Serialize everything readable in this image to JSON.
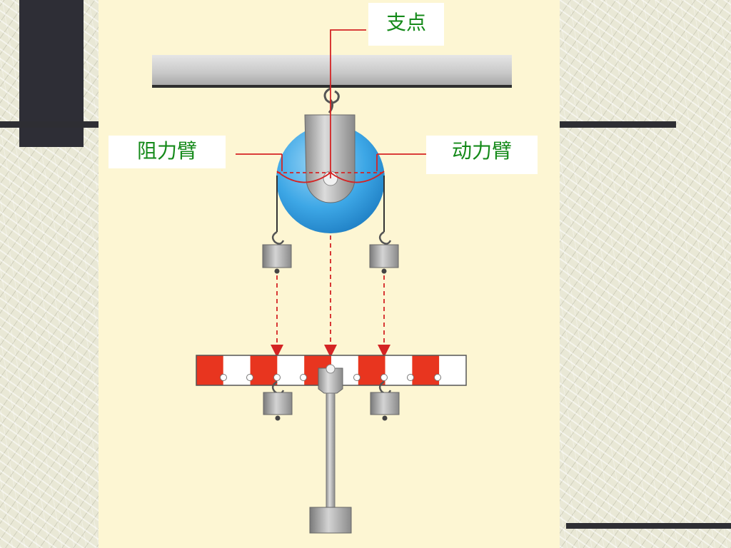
{
  "labels": {
    "fulcrum": "支点",
    "resistance_arm": "阻力臂",
    "effort_arm": "动力臂"
  },
  "colors": {
    "slide_background": "#fdf6d3",
    "label_text": "#158a1a",
    "annotation_lines": "#d42424",
    "pulley_wheel": "#3da7e6",
    "lever_bar_red": "#e8351f",
    "weight_gray": "#9a9a9a"
  },
  "lever_bar": {
    "segment_pattern": [
      "red",
      "white",
      "red",
      "white",
      "red",
      "white",
      "red",
      "white",
      "red",
      "white"
    ]
  }
}
